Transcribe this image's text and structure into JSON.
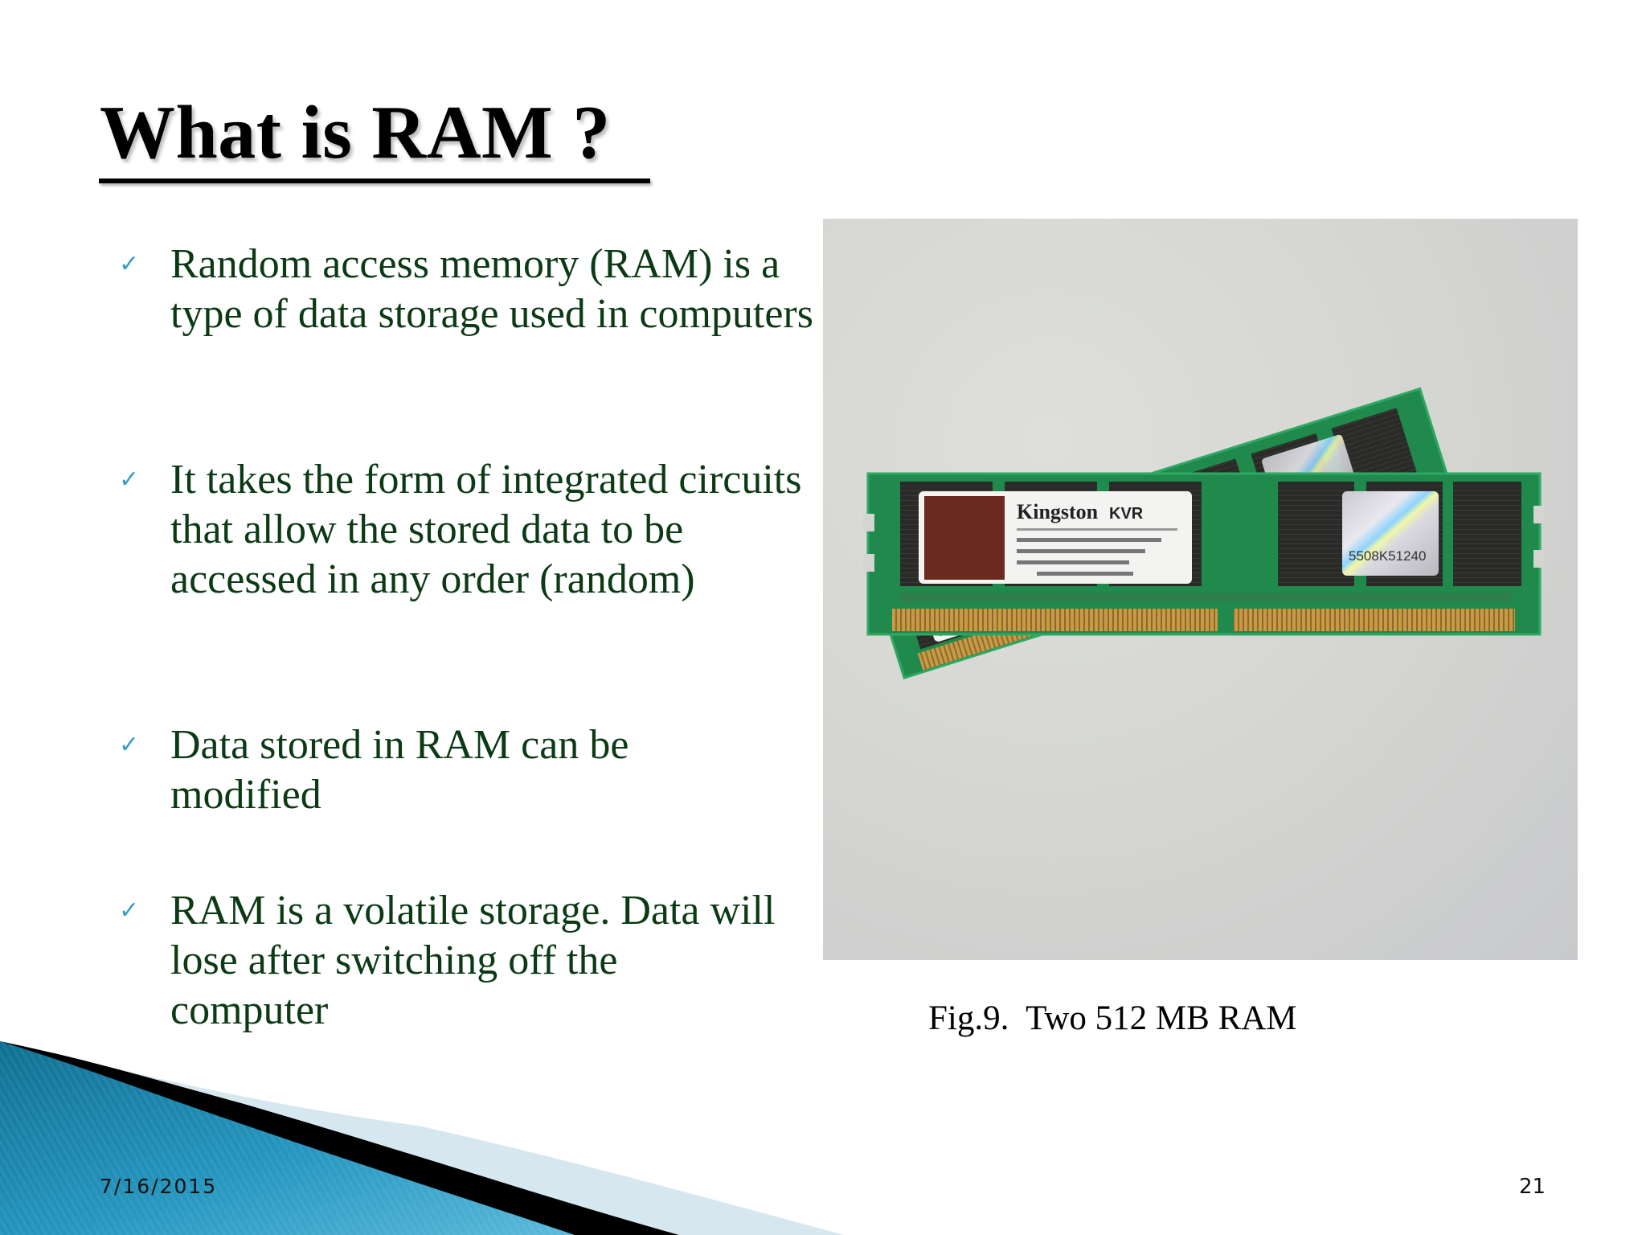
{
  "slide": {
    "title": "What is RAM ?",
    "bullets": [
      {
        "icon": "checkmark-icon",
        "glyph": "✓",
        "text": "Random access memory (RAM) is a type of data storage used in computers"
      },
      {
        "icon": "checkmark-icon",
        "glyph": "✓",
        "text": "It takes the form of integrated circuits that allow the stored data to be accessed in any order (random)"
      },
      {
        "icon": "checkmark-icon",
        "glyph": "✓",
        "text": "Data stored in RAM can be modified"
      },
      {
        "icon": "checkmark-icon",
        "glyph": "✓",
        "text": "RAM is a volatile storage. Data will lose after switching off the computer"
      }
    ],
    "figure": {
      "caption": "Fig.9.  Two 512 MB RAM",
      "brand_label": "Kingston",
      "series_label": "KVR",
      "hologram_code": "5508K51240"
    },
    "footer": {
      "date": "7/16/2015",
      "page_number": "21"
    }
  },
  "colors": {
    "title": "#000000",
    "body_text": "#0b3a14",
    "bullet_check": "#3a9ec4",
    "accent_blue": "#1f8fb8",
    "accent_black": "#000000",
    "accent_light_blue": "#d6e7f0",
    "pcb_green": "#1f8a4c"
  }
}
